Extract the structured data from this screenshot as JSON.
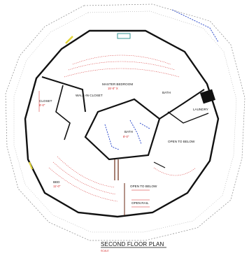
{
  "drawing": {
    "title": "SECOND FLOOR PLAN",
    "scale": "SCALE",
    "colors": {
      "walls": "#111111",
      "dimensions": "#d21e1e",
      "plumbing": "#1f3fc8",
      "outline": "#8a8a8a",
      "pole": "#6b2a14",
      "accent": "#e3d63a"
    }
  },
  "rooms": [
    {
      "name": "MASTER BEDROOM",
      "dim": "15'-0\" X"
    },
    {
      "name": "WALK-IN CLOSET",
      "dim": ""
    },
    {
      "name": "CLOSET",
      "dim": "8'-0\""
    },
    {
      "name": "BATH",
      "dim": ""
    },
    {
      "name": "BATH",
      "dim": "8'-0\""
    },
    {
      "name": "LAUNDRY",
      "dim": ""
    },
    {
      "name": "OPEN TO BELOW",
      "dim": ""
    },
    {
      "name": "OPEN TO BELOW",
      "dim": ""
    },
    {
      "name": "BED",
      "dim": "11'-0\""
    },
    {
      "name": "OPEN RAIL",
      "dim": ""
    }
  ]
}
